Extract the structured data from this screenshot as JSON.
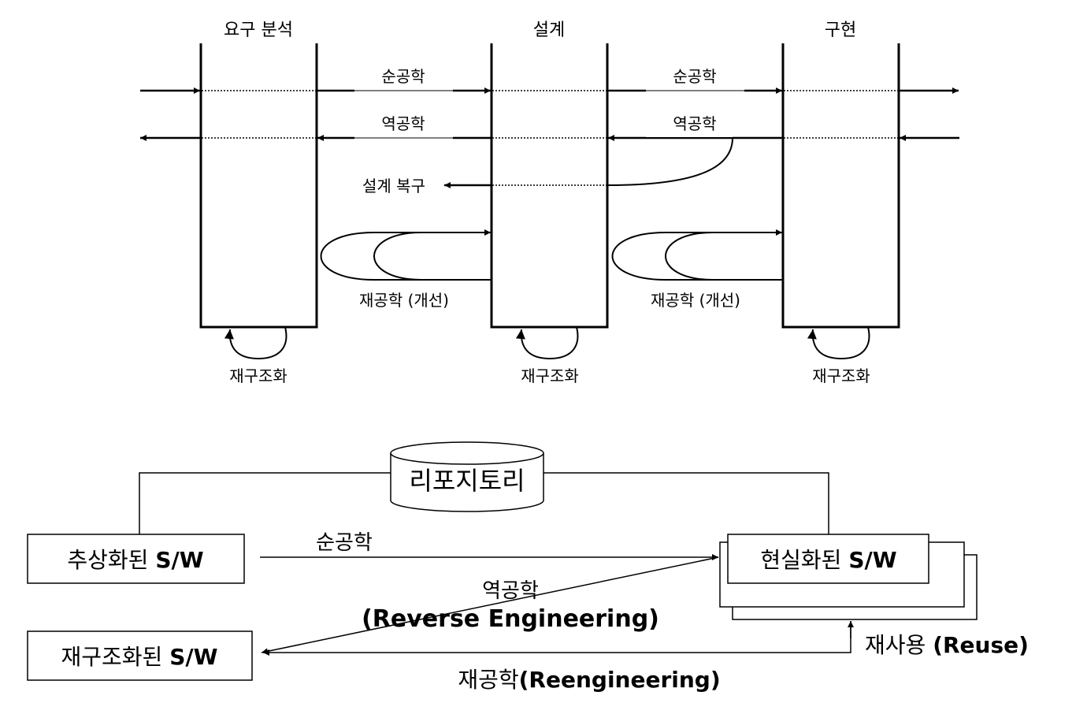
{
  "top": {
    "phases": [
      {
        "label": "요구 분석",
        "refactor_label": "재구조화"
      },
      {
        "label": "설계",
        "refactor_label": "재구조화"
      },
      {
        "label": "구현",
        "refactor_label": "재구조화"
      }
    ],
    "forward_label": "순공학",
    "reverse_label": "역공학",
    "design_recovery_label": "설계 복구",
    "reengineering_improve_label": "재공학 (개선)"
  },
  "bottom": {
    "repository_label": "리포지토리",
    "abstract_sw": {
      "prefix": "추상화된 ",
      "bold": "S/W"
    },
    "realized_sw": {
      "prefix": "현실화된 ",
      "bold": "S/W"
    },
    "restructured_sw": {
      "prefix": "재구조화된 ",
      "bold": "S/W"
    },
    "forward_label": "순공학",
    "reverse_label": "역공학",
    "reverse_en_label": "(Reverse Engineering)",
    "reuse_prefix": "재사용 ",
    "reuse_en_label": "(Reuse)",
    "reeng_prefix": "재공학",
    "reeng_en_label": "(Reengineering)"
  }
}
